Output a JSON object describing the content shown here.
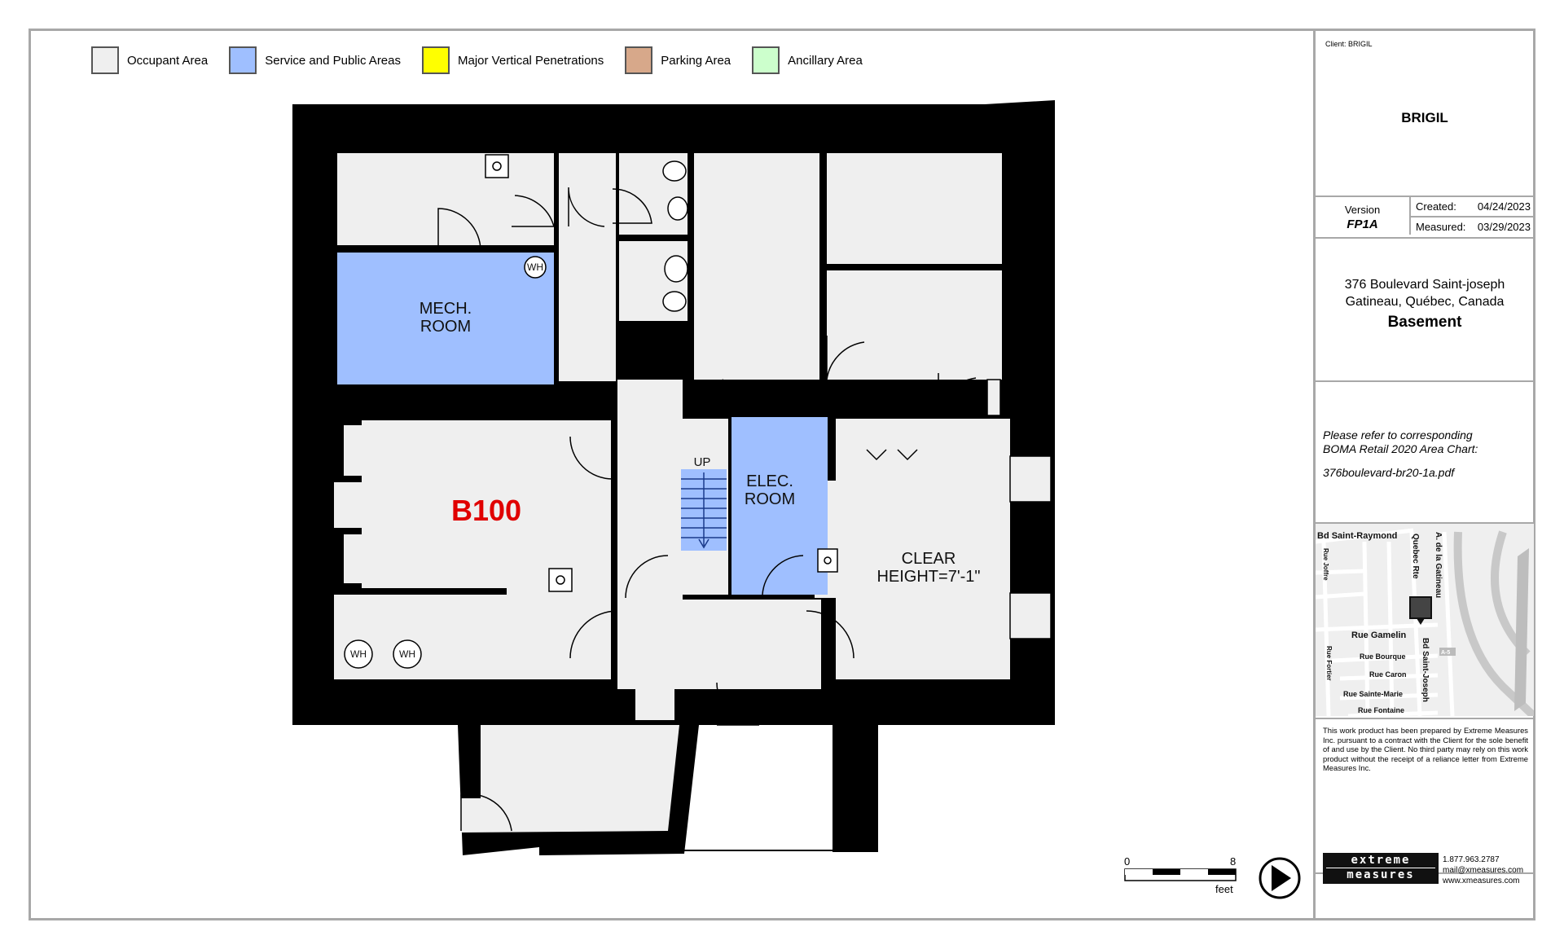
{
  "legend": {
    "items": [
      {
        "label": "Occupant Area",
        "color": "#efefef"
      },
      {
        "label": "Service and Public Areas",
        "color": "#9fbfff"
      },
      {
        "label": "Major Vertical Penetrations",
        "color": "#ffff00"
      },
      {
        "label": "Parking Area",
        "color": "#d7a88a"
      },
      {
        "label": "Ancillary Area",
        "color": "#ccffcc"
      }
    ]
  },
  "plan": {
    "colors": {
      "wall": "#000000",
      "occupant": "#efefef",
      "service": "#9fbfff"
    },
    "rooms": {
      "mech_line1": "MECH.",
      "mech_line2": "ROOM",
      "elec_line1": "ELEC.",
      "elec_line2": "ROOM",
      "unit": "B100",
      "clear_line1": "CLEAR",
      "clear_line2": "HEIGHT=7'-1\"",
      "stair": "UP",
      "water_heater": "WH"
    }
  },
  "title_block": {
    "client_line": "Client: BRIGIL",
    "client_name": "BRIGIL",
    "version_label": "Version",
    "version_value": "FP1A",
    "created_label": "Created:",
    "created_value": "04/24/2023",
    "measured_label": "Measured:",
    "measured_value": "03/29/2023",
    "address_line1": "376 Boulevard Saint-joseph",
    "address_line2": "Gatineau, Québec, Canada",
    "floor": "Basement",
    "refer_line1": "Please refer to corresponding",
    "refer_line2": "BOMA Retail 2020 Area Chart:",
    "refer_file": "376boulevard-br20-1a.pdf",
    "map_labels": {
      "bd_saint_raymond": "Bd Saint-Raymond",
      "rue_joffre": "Rue Joffre",
      "quebec_rte": "Quebec Rte",
      "a_de_la_gatineau": "A. de la Gatineau",
      "rue_gamelin": "Rue Gamelin",
      "rue_bourque": "Rue Bourque",
      "rue_fortier": "Rue Fortier",
      "rue_caron": "Rue Caron",
      "rue_sainte_marie": "Rue Sainte-Marie",
      "rue_fontaine": "Rue Fontaine",
      "bd_saint_joseph": "Bd Saint-Joseph",
      "highway_shield": "A-5"
    },
    "disclaimer": "This work product has been prepared by Extreme Measures Inc. pursuant to a contract with the Client for the sole benefit of and use by the Client. No third party may rely on this work product without the receipt of a reliance letter from Extreme Measures Inc.",
    "logo_top": "extreme",
    "logo_bottom": "measures",
    "phone": "1.877.963.2787",
    "email": "mail@xmeasures.com",
    "website": "www.xmeasures.com"
  },
  "scale": {
    "start": "0",
    "end": "8",
    "unit": "feet"
  }
}
